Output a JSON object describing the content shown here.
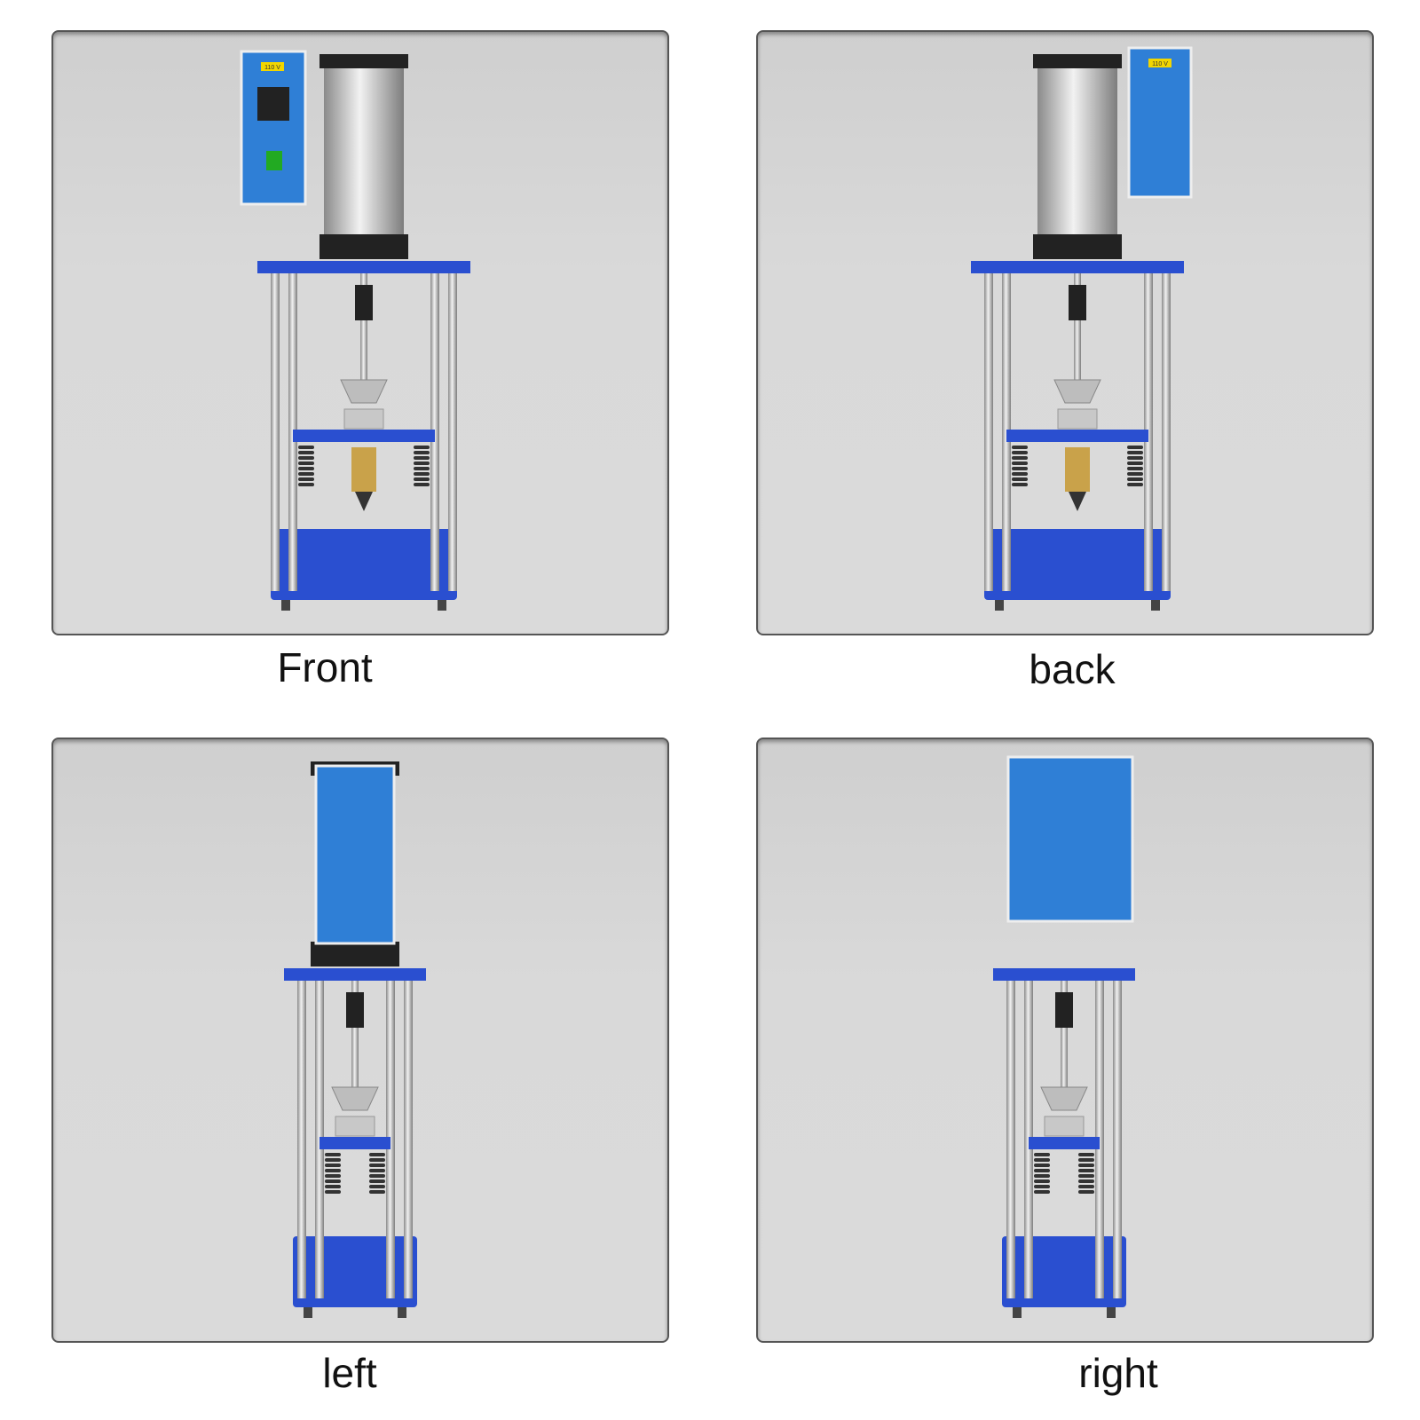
{
  "views": [
    {
      "label": "Front",
      "panel_label": "110 V"
    },
    {
      "label": "back",
      "panel_label": "110 V"
    },
    {
      "label": "left"
    },
    {
      "label": "right"
    }
  ],
  "colors": {
    "machine_blue": "#2a4fd0",
    "panel_blue": "#2f7fd6",
    "background": "#d8d8d8"
  }
}
